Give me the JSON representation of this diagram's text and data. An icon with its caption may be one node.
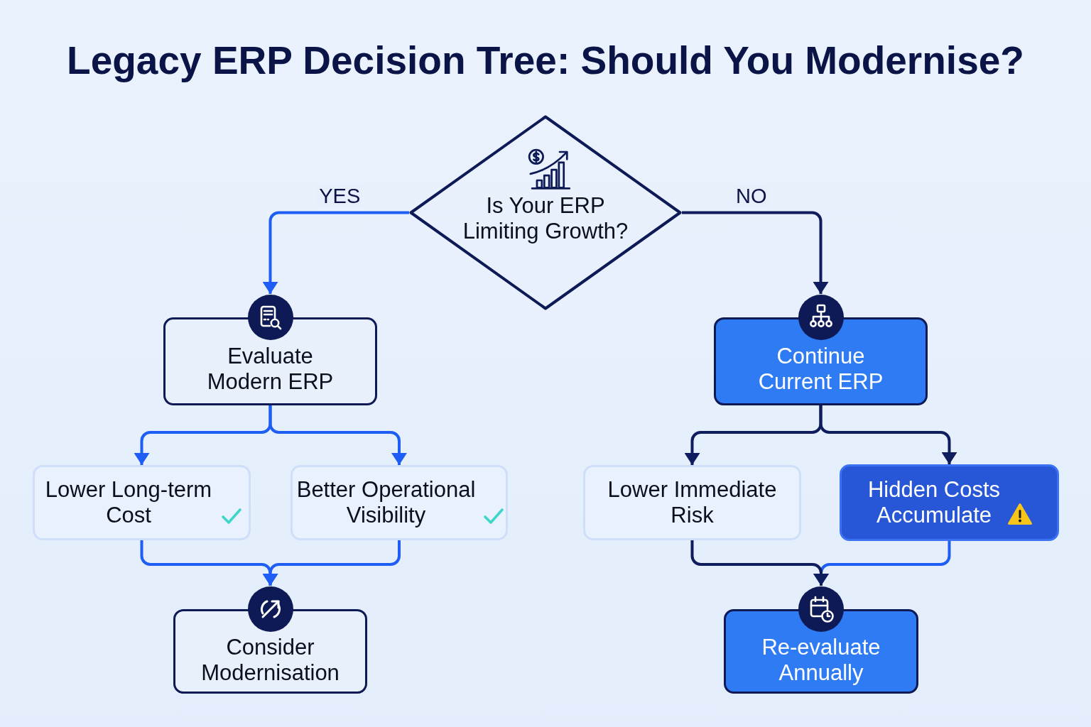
{
  "diagram": {
    "title": "Legacy ERP Decision Tree: Should You Modernise?",
    "nodes": [
      {
        "text": [
          "Is Your ERP Limiting Growth?"
        ]
      },
      {
        "text": [
          "Evaluate Modern ERP"
        ]
      },
      {
        "text": [
          "Continue Current ERP"
        ]
      },
      {
        "text": [
          "Lower Long-term Cost"
        ]
      },
      {
        "text": [
          "Better Operational Visibility"
        ]
      },
      {
        "text": [
          "Lower Immediate Risk"
        ]
      },
      {
        "text": [
          "Hidden Costs Accumulate"
        ]
      },
      {
        "text": [
          "Consider Modernisation"
        ]
      },
      {
        "text": [
          "Re-evaluate Annually"
        ]
      }
    ],
    "edges": [
      {
        "from": 0,
        "to": 1,
        "arrow": "to",
        "label": "YES"
      },
      {
        "from": 0,
        "to": 2,
        "arrow": "to",
        "label": "NO",
        "color": "#0f1d5e"
      },
      {
        "from": 1,
        "to": 3,
        "arrow": "to"
      },
      {
        "from": 1,
        "to": 4,
        "arrow": "to"
      },
      {
        "from": 2,
        "to": 5,
        "arrow": "to",
        "color": "#0f1d5e"
      },
      {
        "from": 2,
        "to": 6,
        "arrow": "to",
        "color": "#0f1d5e"
      },
      {
        "from": 3,
        "to": 7,
        "arrow": "to"
      },
      {
        "from": 4,
        "to": 7,
        "arrow": "to"
      },
      {
        "from": 5,
        "to": 8,
        "arrow": "to",
        "color": "#0f1d5e"
      },
      {
        "from": 6,
        "to": 8,
        "arrow": "to"
      }
    ]
  }
}
